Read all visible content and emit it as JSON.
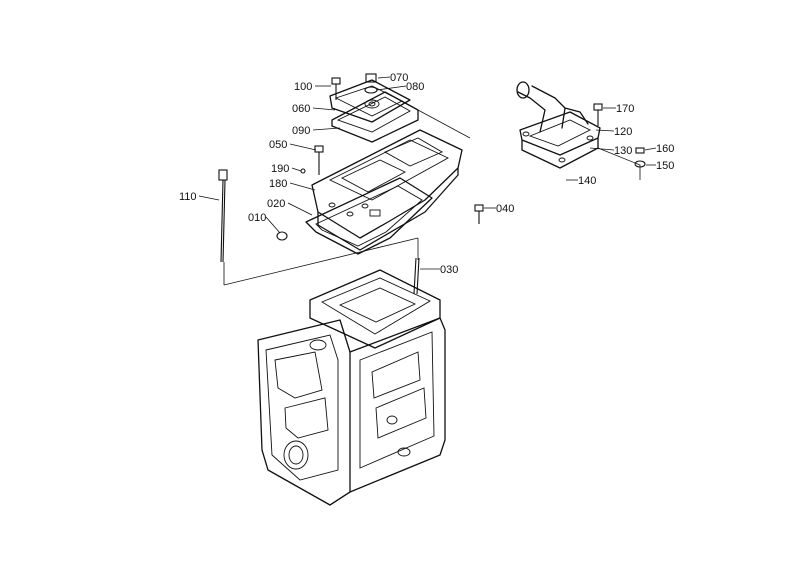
{
  "colors": {
    "line": "#111111",
    "background": "#ffffff"
  },
  "labels": {
    "p010": "010",
    "p020": "020",
    "p030": "030",
    "p040": "040",
    "p050": "050",
    "p060": "060",
    "p070": "070",
    "p080": "080",
    "p090": "090",
    "p100": "100",
    "p110": "110",
    "p120": "120",
    "p130": "130",
    "p140": "140",
    "p150": "150",
    "p160": "160",
    "p170": "170",
    "p180": "180",
    "p190": "190"
  }
}
